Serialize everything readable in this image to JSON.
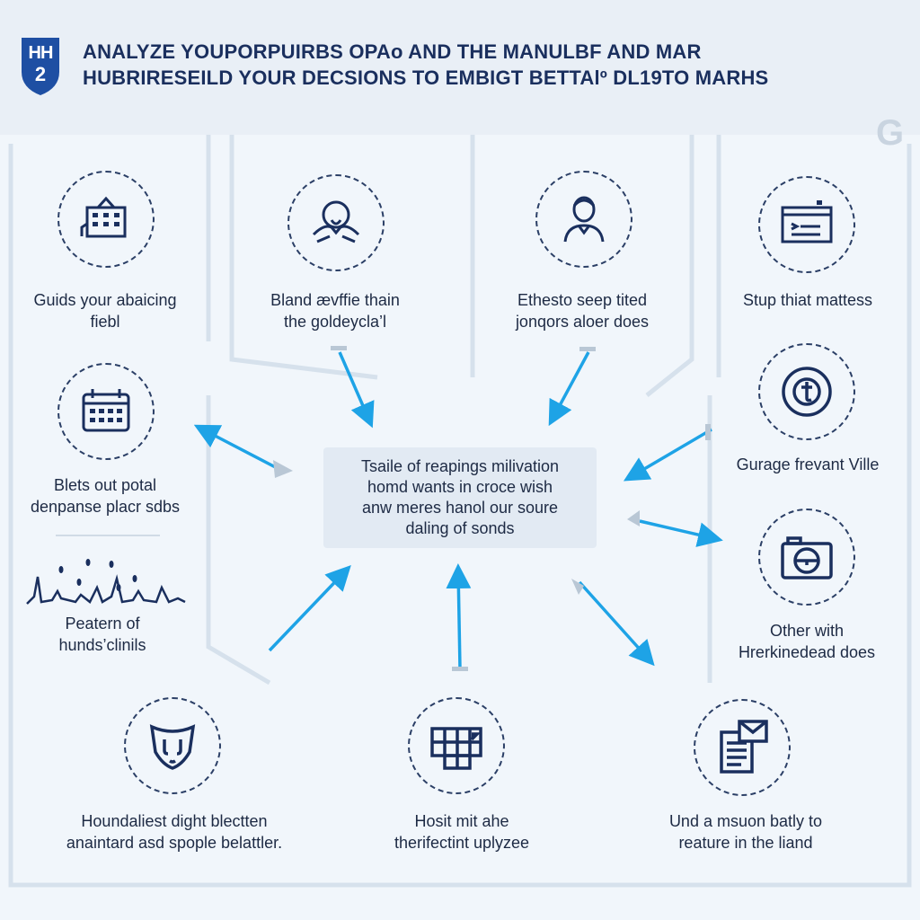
{
  "header": {
    "logo_text": "HH",
    "logo_number": "2",
    "title_line1": "ANALYZE YOUPORPUIRBS OPAo AND THE MANULBF AND MAR",
    "title_line2": "HUBRIRESEILD YOUR DECSIONS TO EMBIGT BETTAlº DL19TO MARHS"
  },
  "center": {
    "lines": [
      "Tsaile of reapings milivation",
      "homd wants in croce wish",
      "anw meres hanol our soure",
      "daling of sonds"
    ]
  },
  "nodes": {
    "building": {
      "icon": "building-icon",
      "line1": "Guids your abaicing",
      "line2": "fiebl"
    },
    "hands": {
      "icon": "hands-heart-icon",
      "line1": "Bland ævffie thain",
      "line2": "the goldeycla’l"
    },
    "person": {
      "icon": "person-icon",
      "line1": "Ethesto seep tited",
      "line2": "jonqors aloer does"
    },
    "document": {
      "icon": "document-icon",
      "line1": "Stup thiat mattess",
      "line2": ""
    },
    "calendar": {
      "icon": "calendar-icon",
      "line1": "Blets out potal",
      "line2": "denpanse placr sdbs"
    },
    "clock": {
      "icon": "clock-icon",
      "line1": "Gurage frevant Ville",
      "line2": ""
    },
    "waveform": {
      "icon": "waveform-icon",
      "line1": "Peatern of",
      "line2": "hunds’clinils"
    },
    "camera": {
      "icon": "camera-icon",
      "line1": "Other with",
      "line2": "Hrerkinedead does"
    },
    "shield": {
      "icon": "shield-icon",
      "line1": "Houndaliest dight blectten",
      "line2": "anaintard asd spople belattler."
    },
    "grid": {
      "icon": "grid-icon",
      "line1": "Hosit mit ahe",
      "line2": "therifectint uplyzee"
    },
    "mail": {
      "icon": "mail-document-icon",
      "line1": "Und a msuon batly to",
      "line2": "reature in the liand"
    }
  },
  "colors": {
    "accent": "#1ea3e6",
    "navy": "#1a2f5e",
    "background": "#f1f6fb"
  }
}
